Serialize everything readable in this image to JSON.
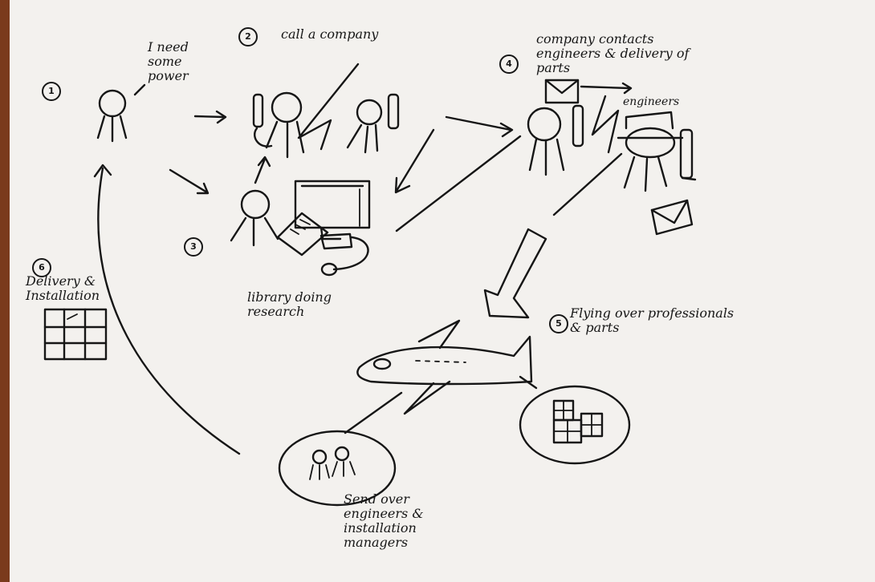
{
  "steps": {
    "s1": "1",
    "s2": "2",
    "s3": "3",
    "s4": "4",
    "s5": "5",
    "s6": "6"
  },
  "labels": {
    "need_power": "I need\nsome\npower",
    "call_company": "call a company",
    "company_contacts": "company contacts\nengineers & delivery of\nparts",
    "engineers": "engineers",
    "library_research": "library doing\nresearch",
    "flying_over": "Flying over professionals\n& parts",
    "send_over": "Send over\nengineers &\ninstallation\nmanagers",
    "delivery_installation": "Delivery &\nInstallation"
  },
  "icons": {
    "customer": "stick-figure-icon",
    "phone": "telephone-icon",
    "computer": "computer-monitor-icon",
    "mail": "envelope-icon",
    "plane": "airplane-icon",
    "boxes": "boxes-icon",
    "arrow": "arrow-icon"
  },
  "colors": {
    "ink": "#161616",
    "paper": "#f3f1ee",
    "edge": "#7a3a1c"
  }
}
